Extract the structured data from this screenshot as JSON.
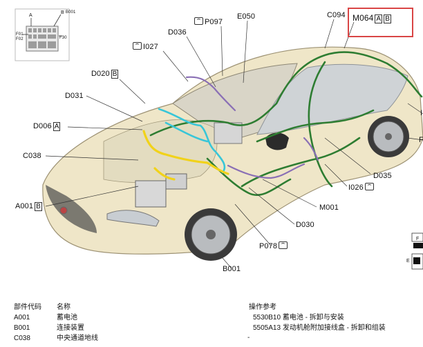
{
  "inset": {
    "labels": [
      "A",
      "B",
      "B001",
      "F01",
      "F02",
      "F30"
    ]
  },
  "callouts": {
    "m064": "M064",
    "m064_a": "A",
    "m064_b": "B",
    "c094": "C094",
    "e050": "E050",
    "p097": "P097",
    "d036": "D036",
    "i027": "I027",
    "d020": "D020",
    "d020_b": "B",
    "d031": "D031",
    "d006": "D006",
    "d006_a": "A",
    "c038": "C038",
    "a001": "A001",
    "a001_b": "B",
    "d035": "D035",
    "i026": "I026",
    "m001": "M001",
    "d030": "D030",
    "p078": "P078",
    "b001": "B001",
    "edge_f": "F",
    "edge_i": "I"
  },
  "side_legend": {
    "f": "F",
    "e": "E"
  },
  "table": {
    "headers": [
      "部件代码",
      "名称"
    ],
    "rows": [
      [
        "A001",
        "蓄电池"
      ],
      [
        "B001",
        "连接装置"
      ],
      [
        "C038",
        "中央通道地线"
      ]
    ]
  },
  "reference": {
    "header": "操作参考",
    "items": [
      "5530B10 蓄电池 - 拆卸与安装",
      "5505A13 发动机舱附加接线盒 - 拆卸和组装"
    ],
    "trailing": "-"
  },
  "colors": {
    "harness_green": "#2e7d32",
    "harness_cyan": "#38c6d8",
    "harness_yellow": "#f1d21a",
    "harness_purple": "#8a6fb5",
    "body": "#efe6c8",
    "highlight": "#d94545"
  }
}
